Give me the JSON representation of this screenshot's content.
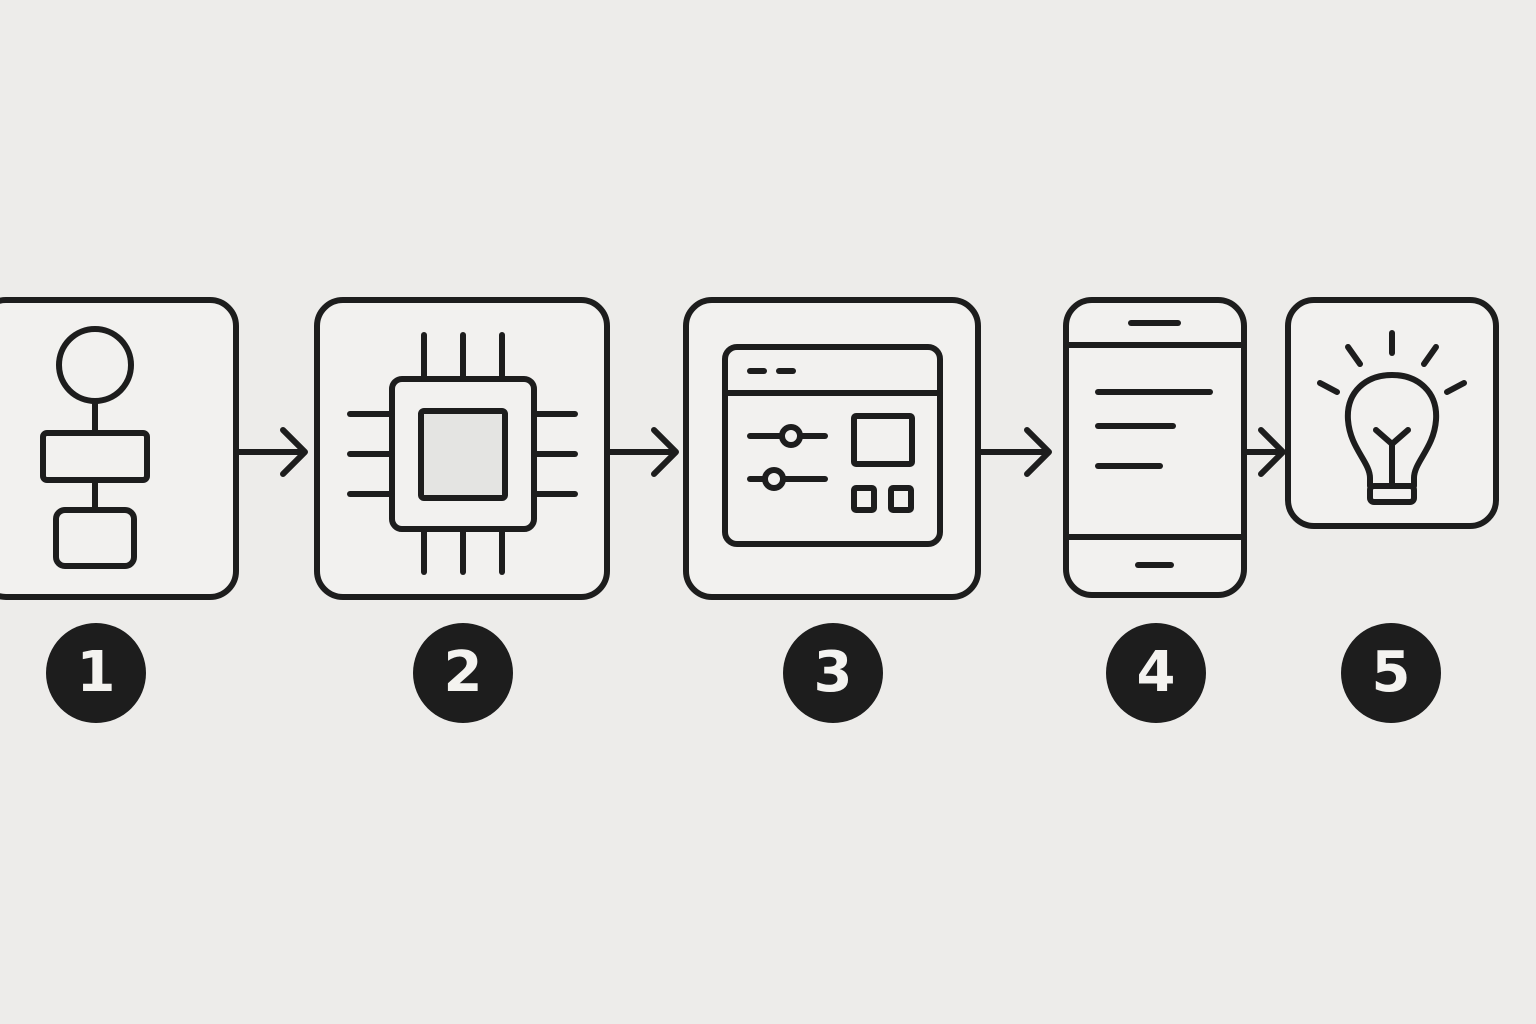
{
  "diagram": {
    "type": "process-flow",
    "background_color": "#edecea",
    "stroke_color": "#1d1d1d",
    "steps": [
      {
        "number": "1",
        "icon": "flowchart-icon"
      },
      {
        "number": "2",
        "icon": "cpu-chip-icon"
      },
      {
        "number": "3",
        "icon": "app-window-settings-icon"
      },
      {
        "number": "4",
        "icon": "smartphone-icon"
      },
      {
        "number": "5",
        "icon": "lightbulb-idea-icon"
      }
    ],
    "connectors": [
      "arrow-right",
      "arrow-right",
      "arrow-right",
      "arrow-right"
    ]
  }
}
